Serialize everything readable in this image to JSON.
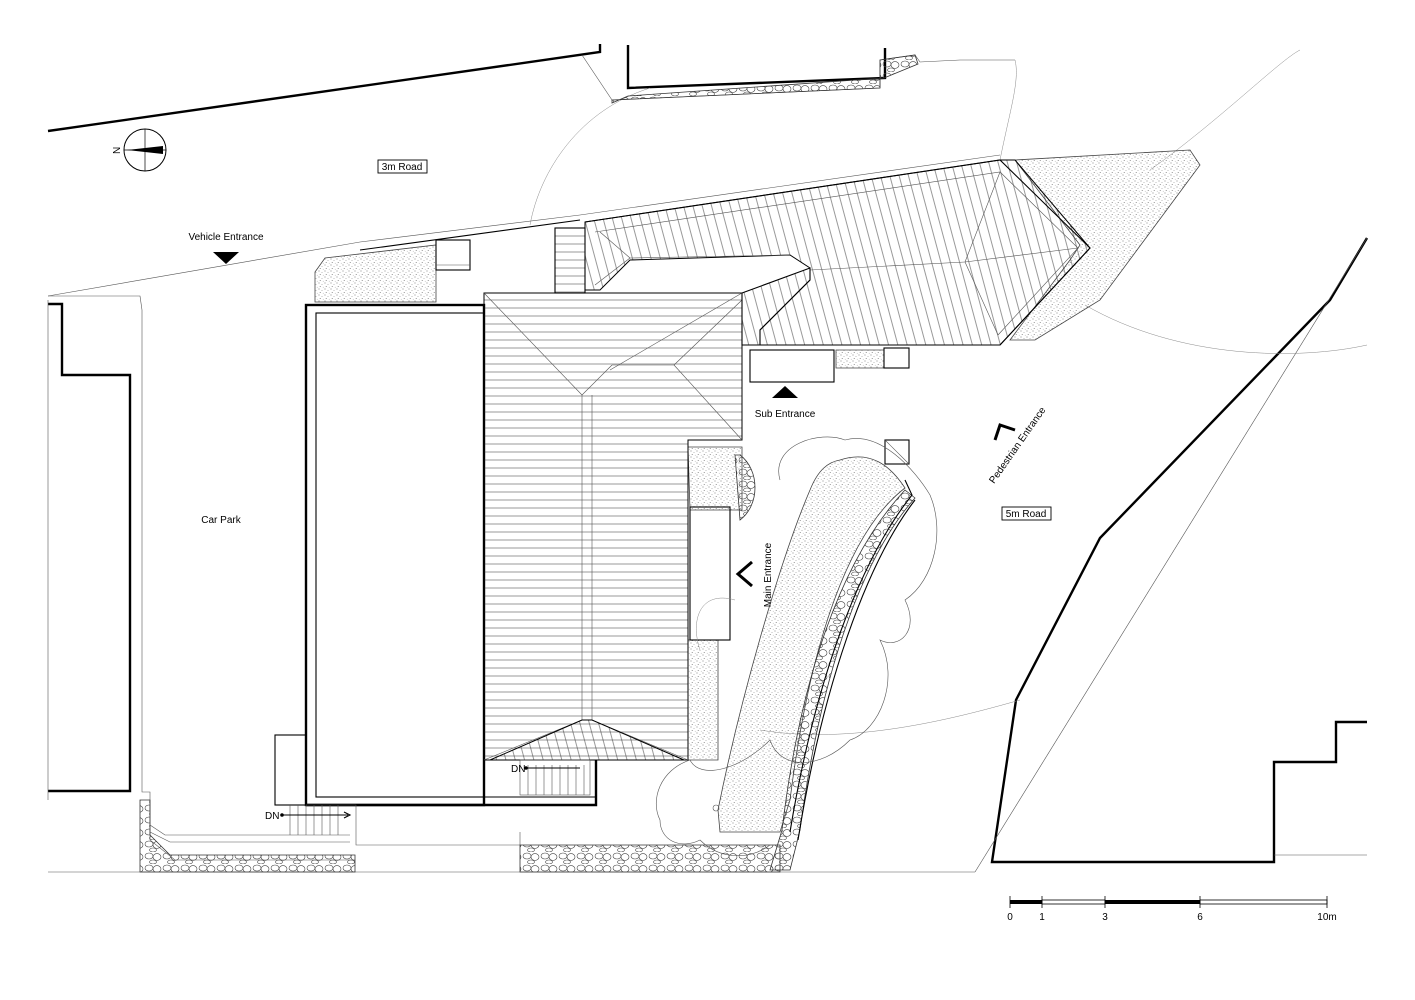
{
  "labels": {
    "vehicle_entrance": "Vehicle Entrance",
    "road_3m": "3m Road",
    "car_park": "Car Park",
    "sub_entrance": "Sub Entrance",
    "main_entrance": "Main Entrance",
    "pedestrian_entrance": "Pedestrian Entrance",
    "road_5m": "5m Road",
    "stair_down_1": "DN",
    "stair_down_2": "DN"
  },
  "compass": {
    "north": "N"
  },
  "scale_bar": {
    "ticks": [
      "0",
      "1",
      "3",
      "6",
      "10m"
    ]
  }
}
